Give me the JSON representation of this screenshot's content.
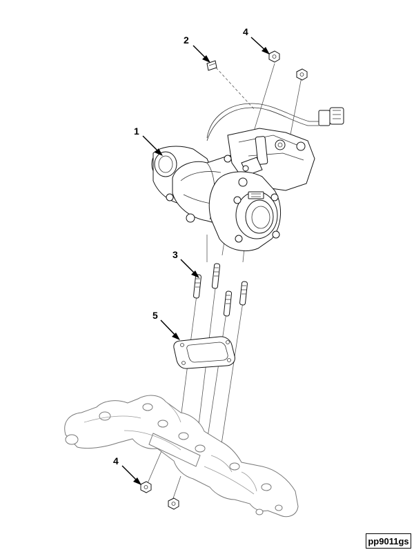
{
  "callouts": {
    "turbocharger": "1",
    "dowel_pin": "2",
    "stud": "3",
    "nut_top": "4",
    "nut_bottom": "4",
    "gasket": "5"
  },
  "figure_code": "pp9011gs"
}
